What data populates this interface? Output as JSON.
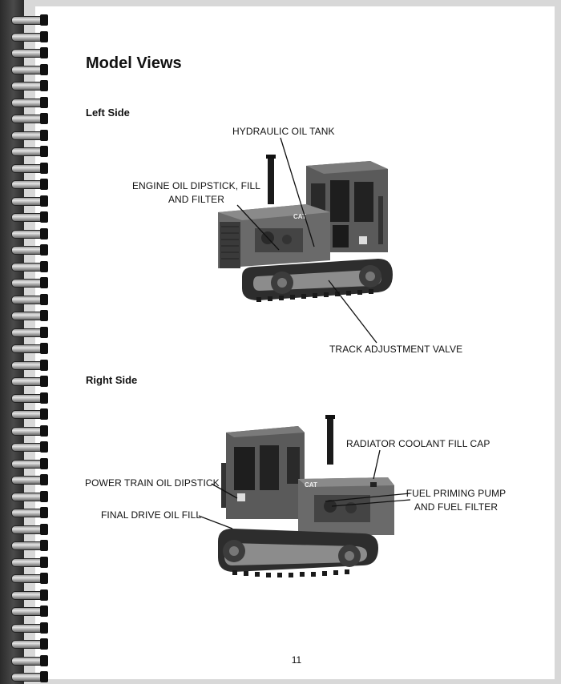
{
  "title": "Model Views",
  "sections": [
    {
      "heading": "Left Side",
      "callouts": {
        "hydraulic": "HYDRAULIC OIL TANK",
        "engine_line1": "ENGINE OIL DIPSTICK, FILL",
        "engine_line2": "AND FILTER",
        "track": "TRACK ADJUSTMENT VALVE"
      }
    },
    {
      "heading": "Right Side",
      "callouts": {
        "radiator": "RADIATOR COOLANT FILL CAP",
        "power_train": "POWER TRAIN OIL DIPSTICK",
        "fuel_line1": "FUEL PRIMING PUMP",
        "fuel_line2": "AND FUEL FILTER",
        "final_drive": "FINAL DRIVE OIL FILL"
      }
    }
  ],
  "page_number": "11",
  "photo_labels": {
    "brand": "CAT"
  },
  "colors": {
    "paper": "#ffffff",
    "ink": "#111111",
    "background": "#d8d8d8"
  }
}
